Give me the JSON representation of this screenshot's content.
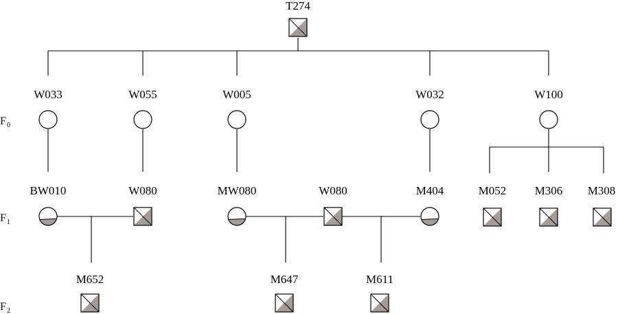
{
  "colors": {
    "shade": "#a59c98",
    "line": "#000000",
    "fill": "#ffffff"
  },
  "generations": [
    {
      "main": "F",
      "sub": "0"
    },
    {
      "main": "F",
      "sub": "1"
    },
    {
      "main": "F",
      "sub": "2"
    }
  ],
  "individuals": {
    "t274": {
      "label": "T274",
      "symbol": "half-square"
    },
    "w033": {
      "label": "W033",
      "symbol": "circle"
    },
    "w055": {
      "label": "W055",
      "symbol": "circle"
    },
    "w005": {
      "label": "W005",
      "symbol": "circle"
    },
    "w032": {
      "label": "W032",
      "symbol": "circle"
    },
    "w100": {
      "label": "W100",
      "symbol": "circle"
    },
    "bw010": {
      "label": "BW010",
      "symbol": "partial-circle"
    },
    "w080a": {
      "label": "W080",
      "symbol": "half-square"
    },
    "mw080": {
      "label": "MW080",
      "symbol": "partial-circle"
    },
    "w080b": {
      "label": "W080",
      "symbol": "half-square"
    },
    "m404": {
      "label": "M404",
      "symbol": "partial-circle"
    },
    "m052": {
      "label": "M052",
      "symbol": "half-square"
    },
    "m306": {
      "label": "M306",
      "symbol": "half-square"
    },
    "m308": {
      "label": "M308",
      "symbol": "half-square"
    },
    "m652": {
      "label": "M652",
      "symbol": "half-square"
    },
    "m647": {
      "label": "M647",
      "symbol": "half-square"
    },
    "m611": {
      "label": "M611",
      "symbol": "half-square"
    }
  }
}
